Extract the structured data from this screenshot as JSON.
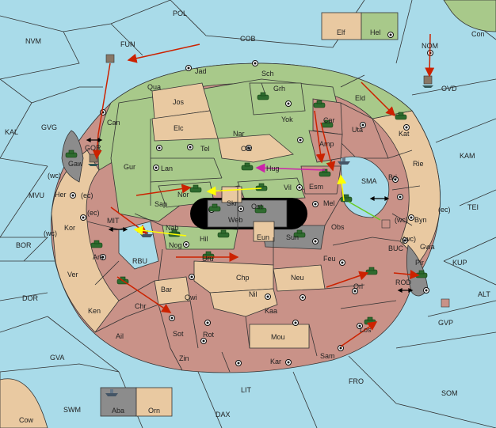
{
  "colors": {
    "sea": "#a9dbe9",
    "green": "#a8c98a",
    "tan": "#e9c9a1",
    "rose": "#c99288",
    "gray": "#8c8c8c",
    "black": "#000000",
    "red_order": "#cc2200",
    "yellow_order": "#ffff00",
    "magenta_order": "#cc22aa",
    "lime_order": "#66cc22"
  },
  "sea_labels": {
    "pol": "POL",
    "nvm": "NVM",
    "fun": "FUN",
    "cob": "COB",
    "nom": "NOM",
    "con": "Con",
    "ovd": "OVD",
    "kal": "KAL",
    "gvg": "GVG",
    "gor": "GOR",
    "kam": "KAM",
    "sma": "SMA",
    "tei": "TEI",
    "mvu": "MVU",
    "mit": "MIT",
    "bor": "BOR",
    "rbu": "RBU",
    "buc": "BUC",
    "kup": "KUP",
    "rod": "ROD",
    "alt": "ALT",
    "gvp": "GVP",
    "dor": "DOR",
    "gva": "GVA",
    "fro": "FRO",
    "som": "SOM",
    "lit": "LIT",
    "swm": "SWM",
    "dax": "DAX",
    "cow": "Cow"
  },
  "land_labels": {
    "jad": "Jad",
    "sch": "Sch",
    "qua": "Qua",
    "jos": "Jos",
    "grh": "Grh",
    "eld": "Eld",
    "can": "Can",
    "yok": "Yok",
    "car": "Car",
    "kat": "Kat",
    "elc": "Elc",
    "nar": "Nar",
    "uta": "Uta",
    "gaw": "Gaw",
    "tel": "Tel",
    "olk": "Olk",
    "amp": "Amp",
    "rie": "Rie",
    "gur": "Gur",
    "lan": "Lan",
    "hug": "Hug",
    "bri": "Bri",
    "wc": "(wc)",
    "ec": "(ec)",
    "her": "Her",
    "nor": "Nor",
    "skr": "Skr",
    "vil": "Vil",
    "esm": "Esm",
    "sap": "Sap",
    "web": "Web",
    "ost": "Ost",
    "mel": "Mel",
    "kor": "Kor",
    "byn": "Byn",
    "nab": "Nab",
    "eun": "Eun",
    "hil": "Hil",
    "sun": "Sun",
    "obs": "Obs",
    "gwa": "Gwa",
    "ark": "Ark",
    "nog": "Nog",
    "uru": "Uru",
    "pir": "Pir",
    "feu": "Feu",
    "ver": "Ver",
    "chp": "Chp",
    "neu": "Neu",
    "orl": "Orl",
    "bar": "Bar",
    "qwi": "Qwi",
    "nil": "Nil",
    "ken": "Ken",
    "chr": "Chr",
    "kaa": "Kaa",
    "ail": "Ail",
    "sot": "Sot",
    "rot": "Rot",
    "mou": "Mou",
    "los": "Los",
    "sam": "Sam",
    "zin": "Zin",
    "kar": "Kar",
    "elf": "Elf",
    "hel": "Hel",
    "aba": "Aba",
    "orn": "Orn"
  },
  "legend": {
    "top_boxes": [
      "Elf",
      "Hel"
    ],
    "bottom_boxes": [
      "Aba",
      "Orn"
    ]
  }
}
